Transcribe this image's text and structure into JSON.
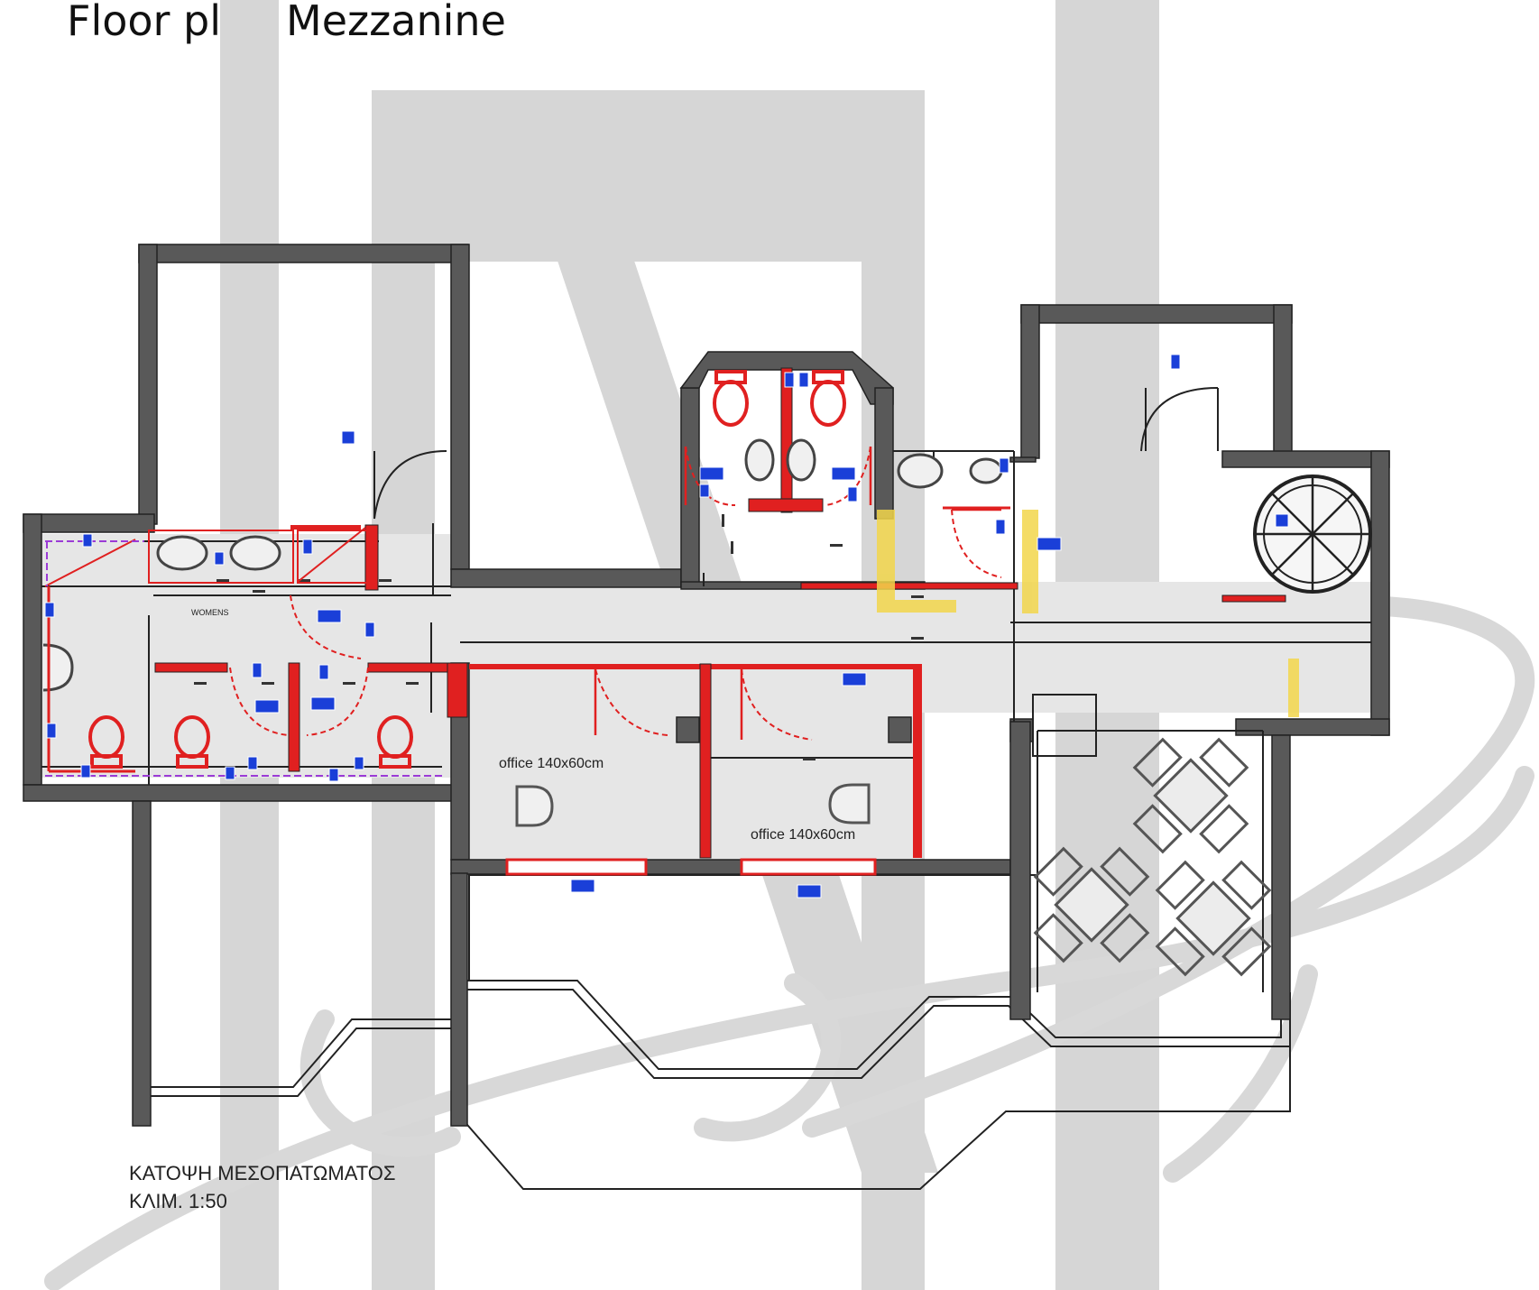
{
  "page": {
    "title": "Floor plan Mezzanine"
  },
  "plan": {
    "rooms": {
      "womens": "WOMENS",
      "office_1": "office 140x60cm",
      "office_2": "office 140x60cm"
    },
    "caption": {
      "line1": "ΚΑΤΟΨΗ ΜΕΣΟΠΑΤΩΜΑΤΟΣ",
      "line2": "ΚΛΙΜ. 1:50"
    }
  },
  "colors": {
    "wall": "#555555",
    "fixture_red": "#e02020",
    "marker_blue": "#1a3fd8",
    "highlight_yellow": "#f2d64b",
    "watermark": "#d4d4d4"
  }
}
